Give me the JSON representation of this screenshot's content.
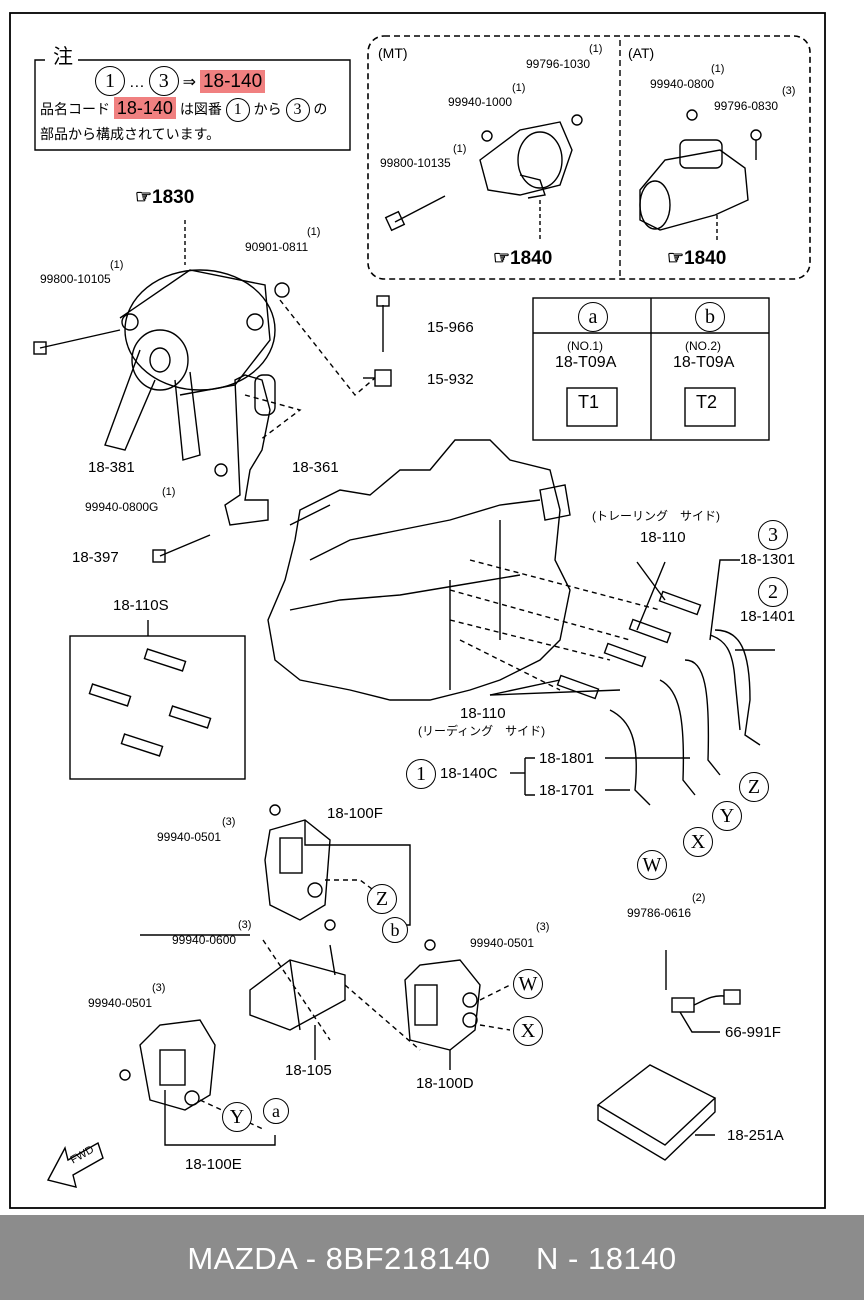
{
  "note": {
    "title": "注",
    "range_from": "1",
    "ellipsis": "…",
    "range_to": "3",
    "arrow": "⇒",
    "ref": "18-140",
    "line2_prefix": "品名コード",
    "line2_code": "18-140",
    "line2_mid": "は図番",
    "line2_from": "1",
    "line2_kara": "から",
    "line2_to": "3",
    "line2_suffix": "の",
    "line3": "部品から構成されています。"
  },
  "mt_box": {
    "mt_label": "(MT)",
    "at_label": "(AT)",
    "parts": [
      {
        "qty": "(1)",
        "code": "99796-1030"
      },
      {
        "qty": "(1)",
        "code": "99940-1000"
      },
      {
        "qty": "(1)",
        "code": "99800-10135"
      },
      {
        "qty": "(1)",
        "code": "99940-0800"
      },
      {
        "qty": "(3)",
        "code": "99796-0830"
      }
    ],
    "ref_mt": "1840",
    "ref_at": "1840"
  },
  "ab_table": {
    "a_letter": "a",
    "b_letter": "b",
    "a_no": "(NO.1)",
    "b_no": "(NO.2)",
    "a_code": "18-T09A",
    "b_code": "18-T09A",
    "a_tag": "T1",
    "b_tag": "T2"
  },
  "labels": {
    "ref_1830": "1830",
    "p90901_qty": "(1)",
    "p90901": "90901-0811",
    "p99800_qty": "(1)",
    "p99800": "99800-10105",
    "p15966": "15-966",
    "p15932": "15-932",
    "p18381": "18-381",
    "p18361": "18-361",
    "p99940g_qty": "(1)",
    "p99940g": "99940-0800G",
    "p18397": "18-397",
    "p18110s": "18-110S",
    "trailing_side": "(トレーリング　サイド)",
    "p18110a": "18-110",
    "p18110b": "18-110",
    "leading_side": "(リーディング　サイド)",
    "circ3": "3",
    "p181301": "18-1301",
    "circ2": "2",
    "p181401": "18-1401",
    "circ1": "1",
    "p18140c": "18-140C",
    "p181801": "18-1801",
    "p181701": "18-1701",
    "w": "W",
    "x": "X",
    "y": "Y",
    "z": "Z",
    "p18100f": "18-100F",
    "p99940_0501a_qty": "(3)",
    "p99940_0501a": "99940-0501",
    "p99940_0600_qty": "(3)",
    "p99940_0600": "99940-0600",
    "p99940_0501b_qty": "(3)",
    "p99940_0501b": "99940-0501",
    "p99940_0501c_qty": "(3)",
    "p99940_0501c": "99940-0501",
    "p18105": "18-105",
    "p18100d": "18-100D",
    "p18100e": "18-100E",
    "p99786_qty": "(2)",
    "p99786": "99786-0616",
    "p66991f": "66-991F",
    "p18251a": "18-251A",
    "fwd": "FWD",
    "z2": "Z",
    "b2": "b",
    "w2": "W",
    "x2": "X",
    "y2": "Y",
    "a2": "a"
  },
  "footer": {
    "text": "MAZDA - 8BF218140     N - 18140"
  }
}
